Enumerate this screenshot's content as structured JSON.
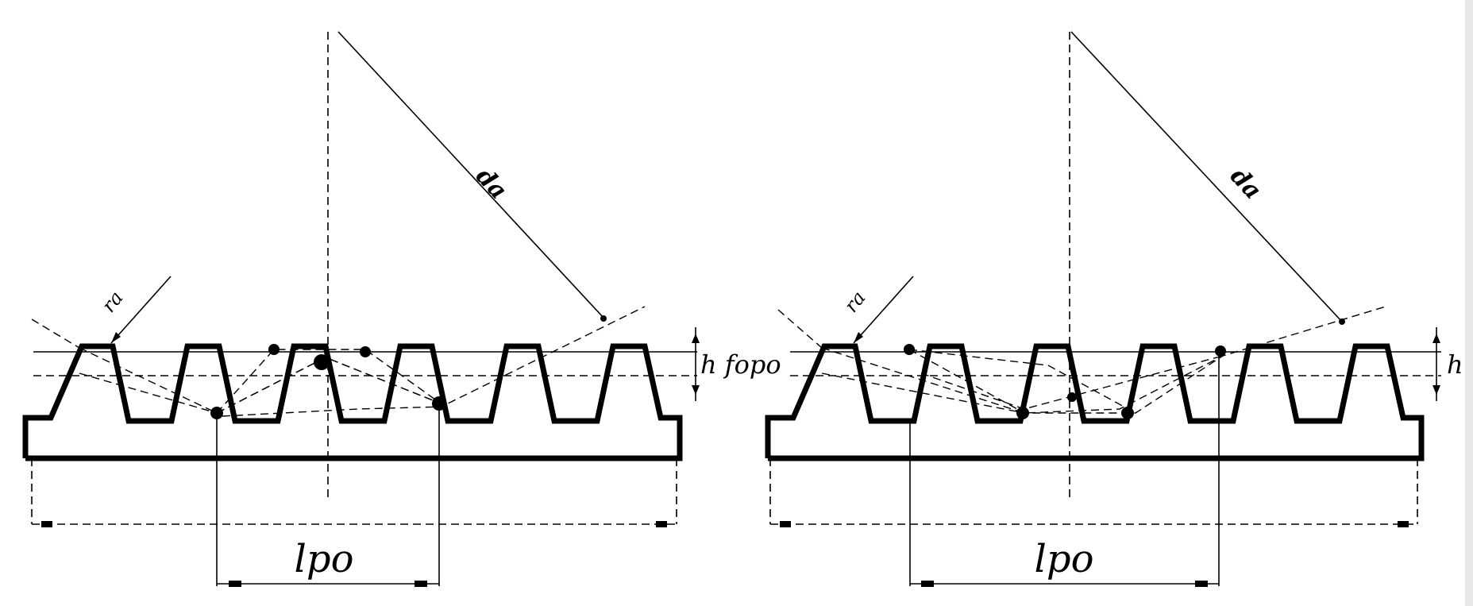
{
  "diagram": {
    "left_panel": {
      "radius_label": "da",
      "small_dim_label": "ra",
      "height_label": "h fopo",
      "length_label": "lpo"
    },
    "right_panel": {
      "radius_label": "da",
      "small_dim_label": "ra",
      "height_label": "h",
      "length_label": "lpo"
    },
    "colors": {
      "line": "#000000",
      "background": "#ffffff",
      "edge_strip": "#e8e8e8"
    }
  }
}
